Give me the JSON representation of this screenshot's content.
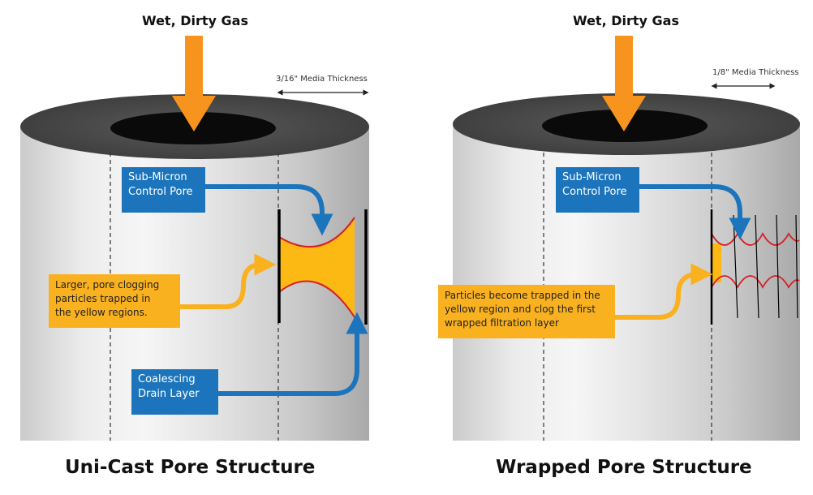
{
  "left": {
    "gas_label": "Wet, Dirty Gas",
    "thickness_label": "3/16\" Media Thickness",
    "control_pore": [
      "Sub-Micron",
      "Control Pore"
    ],
    "clog_note": [
      "Larger, pore clogging",
      "particles trapped in",
      "the yellow regions."
    ],
    "drain_layer": [
      "Coalescing",
      "Drain Layer"
    ],
    "title": "Uni-Cast Pore Structure"
  },
  "right": {
    "gas_label": "Wet, Dirty Gas",
    "thickness_label": "1/8\" Media Thickness",
    "control_pore": [
      "Sub-Micron",
      "Control Pore"
    ],
    "clog_note": [
      "Particles become trapped in the",
      "yellow region and clog the first",
      "wrapped filtration layer"
    ],
    "title": "Wrapped Pore Structure"
  },
  "colors": {
    "arrow_orange": "#f7941d",
    "callout_blue": "#1c75bc",
    "callout_yellow": "#f9b11f",
    "pore_red": "#d62027",
    "cylinder_top": "#4a4a4a",
    "cylinder_hole": "#0a0a0a"
  }
}
